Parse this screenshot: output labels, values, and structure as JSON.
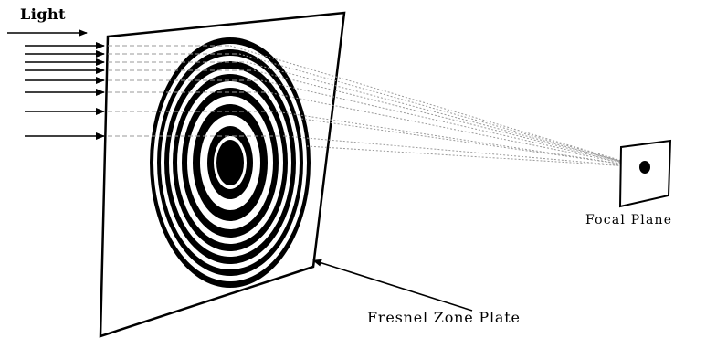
{
  "labels": {
    "light": "Light",
    "focal_plane": "Focal Plane",
    "zone_plate": "Fresnel Zone Plate"
  },
  "colors": {
    "ink": "#000000",
    "ray_dashed": "#9a9a9a",
    "background": "#ffffff"
  }
}
